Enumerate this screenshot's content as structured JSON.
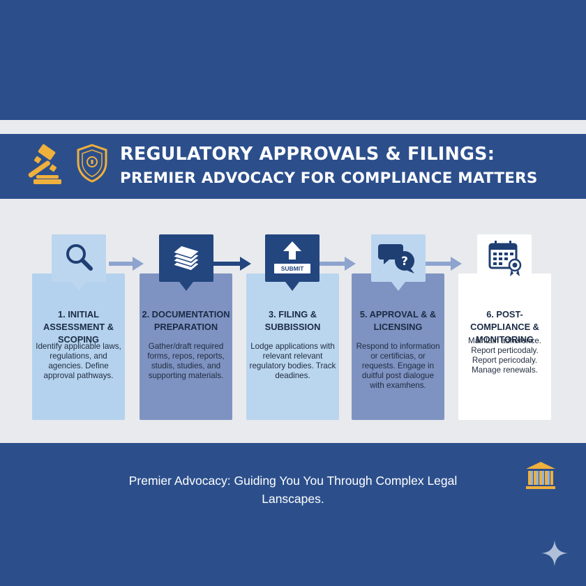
{
  "header": {
    "title_line1": "REGULATORY APPROVALS & FILINGS:",
    "title_line2": "PREMIER ADVOCACY FOR COMPLIANCE MATTERS"
  },
  "colors": {
    "navy": "#2c4f8c",
    "dark_navy": "#23467f",
    "gold": "#f0b03c",
    "light_blue": "#b4d2ed",
    "mid_blue": "#7f93c2",
    "background_light": "#e9eaed"
  },
  "icons": {
    "header_left": "gavel-icon",
    "header_right": "shield-icon",
    "steps": [
      "magnifier-icon",
      "document-stack-icon",
      "upload-submit-icon",
      "chat-question-icon",
      "calendar-badge-icon"
    ],
    "footer_right": "building-columns-icon",
    "corner": "sparkle-icon"
  },
  "steps": [
    {
      "title": "1. INITIAL ASSESSMENT & SCOPING",
      "description": "Identify applicable laws, regulations, and agencies. Define approval pathways."
    },
    {
      "title": "2. DOCUMENTATION PREPARATION",
      "description": "Gather/draft required forms, repos, reports, studis, studies, and supporting materials."
    },
    {
      "title": "3. FILING & SUBBISSION",
      "description": "Lodge applications with relevant relevant regulatory bodies. Track deadines.",
      "icon_label": "SUBMIT"
    },
    {
      "title": "5. APPROVAL & & LICENSING",
      "description": "Respond to information or certificias, or requests. Engage in duitful post dialogue with examhens."
    },
    {
      "title": "6. POST-COMPLIANCE & MONITORING",
      "description": "Maintain adherence. Report perticodaly. Report pericodaly. Manage renewals."
    }
  ],
  "footer": {
    "tagline": "Premier Advocacy: Guiding You You Through Complex Legal Lanscapes."
  }
}
